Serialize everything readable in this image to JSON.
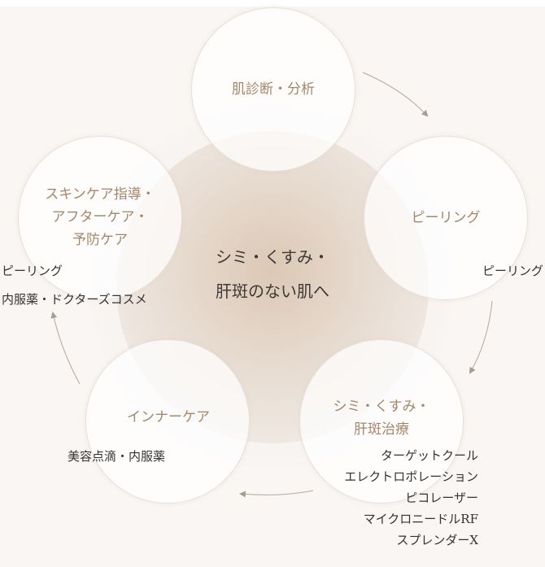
{
  "center_title": {
    "line1": "シミ・くすみ・",
    "line2": "肝斑のない肌へ"
  },
  "steps": [
    {
      "lines": [
        "肌診断・分析"
      ]
    },
    {
      "lines": [
        "ピーリング"
      ]
    },
    {
      "lines": [
        "シミ・くすみ・",
        "肝斑治療"
      ]
    },
    {
      "lines": [
        "インナーケア"
      ]
    },
    {
      "lines": [
        "スキンケア指導・",
        "アフターケア・",
        "予防ケア"
      ]
    }
  ],
  "notes": {
    "peeling_right": "ピーリング",
    "left_line1": "ピーリング",
    "left_line2": "内服薬・ドクターズコスメ",
    "inner_care": "美容点滴・内服薬",
    "treatments": [
      "ターゲットクール",
      "エレクトロポレーション",
      "ピコレーザー",
      "マイクロニードルRF",
      "スプレンダーX"
    ]
  },
  "colors": {
    "step_text": "#a4876b",
    "arrow": "#a89c90"
  }
}
